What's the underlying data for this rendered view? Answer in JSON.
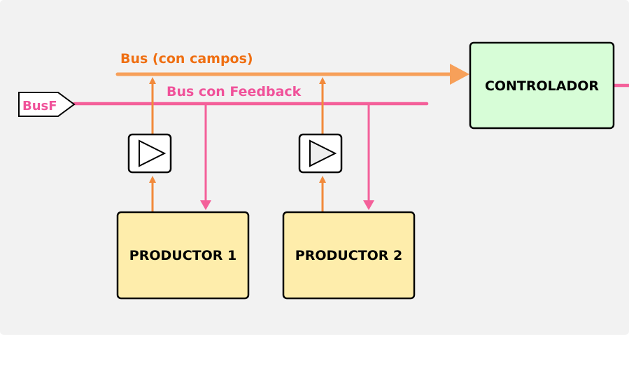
{
  "colors": {
    "panel": "#f2f2f2",
    "bus": "#f7a05a",
    "bus_label": "#ef6f12",
    "feedback": "#f4609a",
    "feedback_label": "#f0529a",
    "up_arrow": "#f28a3b",
    "producer_fill": "#feedab",
    "controller_fill": "#d7fdd7",
    "stroke": "#000000"
  },
  "labels": {
    "bus": "Bus (con campos)",
    "feedback": "Bus con Feedback",
    "busf_port": "BusF",
    "controller": "CONTROLADOR",
    "producer1": "PRODUCTOR 1",
    "producer2": "PRODUCTOR 2"
  },
  "icons": {
    "buffer": "triangle-buffer-icon",
    "port": "port-pentagon-icon"
  }
}
